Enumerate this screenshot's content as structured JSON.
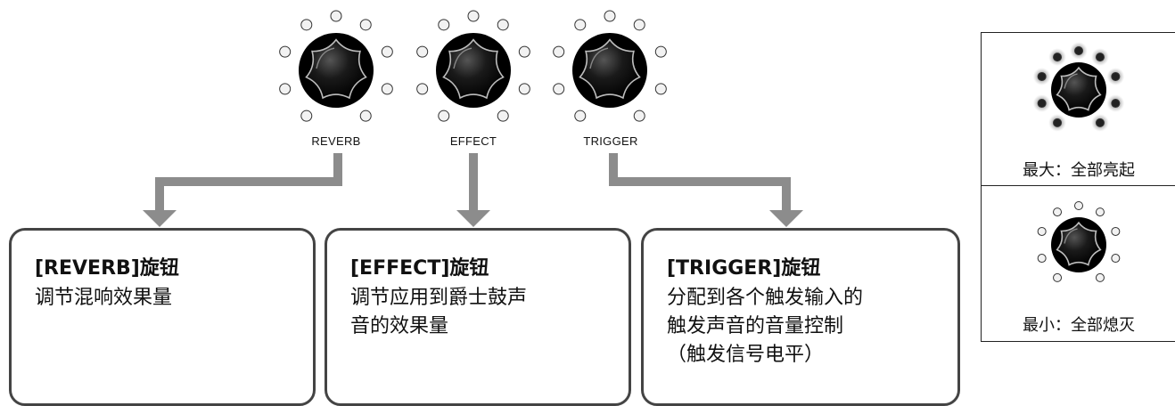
{
  "knobs": [
    {
      "id": "reverb",
      "label": "REVERB"
    },
    {
      "id": "effect",
      "label": "EFFECT"
    },
    {
      "id": "trigger",
      "label": "TRIGGER"
    }
  ],
  "boxes": [
    {
      "title": "[REVERB]旋钮",
      "description": "调节混响效果量"
    },
    {
      "title": "[EFFECT]旋钮",
      "description": "调节应用到爵士鼓声\n音的效果量"
    },
    {
      "title": "[TRIGGER]旋钮",
      "description": "分配到各个触发输入的\n触发声音的音量控制\n（触发信号电平）"
    }
  ],
  "legend": {
    "max_caption": "最大：全部亮起",
    "min_caption": "最小：全部熄灭"
  },
  "colors": {
    "arrow": "#8c8c8c",
    "knob": "#111111",
    "led_off": "#f2f2f2",
    "led_on": "#222222",
    "box_border": "#444444"
  }
}
